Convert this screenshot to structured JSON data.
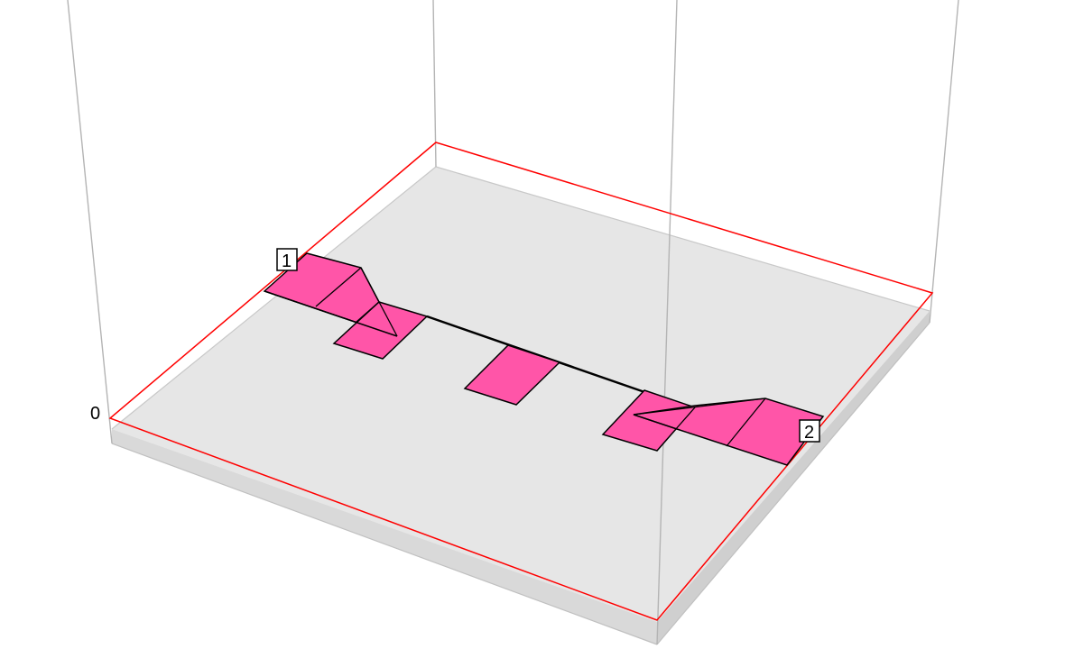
{
  "view": {
    "axis_origin_label": "0",
    "ports": [
      {
        "id": "port-1",
        "label": "1"
      },
      {
        "id": "port-2",
        "label": "2"
      }
    ]
  },
  "colors": {
    "substrate_top": "#e6e6e6",
    "substrate_side": "#d4d4d4",
    "box_edges": "#b4b4b4",
    "boundary_red": "#ff0000",
    "metal_fill": "#ff55a8",
    "metal_edge": "#000000",
    "label_bg": "#ffffff",
    "label_text": "#000000"
  }
}
